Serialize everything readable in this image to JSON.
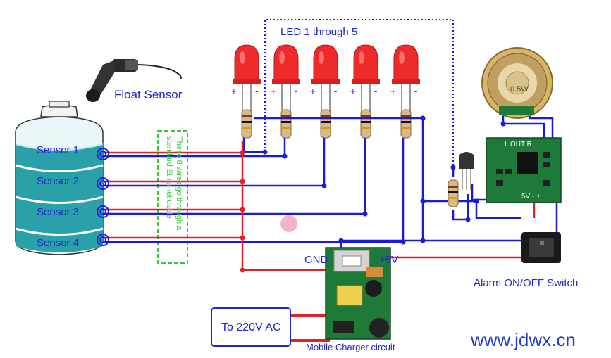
{
  "labels": {
    "float_sensor": "Float Sensor",
    "led_title": "LED 1 through 5",
    "sensors": [
      "Sensor 1",
      "Sensor 2",
      "Sensor 3",
      "Sensor 4"
    ],
    "cable_note_line1": "These 8 wires go through a",
    "cable_note_line2": "standard Ethernet cable",
    "gnd": "GND",
    "plus5v": "+5V",
    "alarm_switch": "Alarm ON/OFF Switch",
    "ac_input": "To 220V AC",
    "charger": "Mobile Charger circuit",
    "website": "www.jdwx.cn",
    "led_plus": "+",
    "led_minus": "-",
    "amp_out": "L OUT R",
    "amp_power": "5V - +",
    "speaker_mark": "0.5W"
  },
  "colors": {
    "wire_blue": "#1a1adc",
    "wire_red": "#e0202a",
    "label_blue": "#1e28c8",
    "led_red": "#ee2a2a",
    "tank_teal": "#2aa0a8",
    "board_green": "#1f7a3a",
    "note_green": "#35c935",
    "site_blue": "#1e40c8"
  }
}
